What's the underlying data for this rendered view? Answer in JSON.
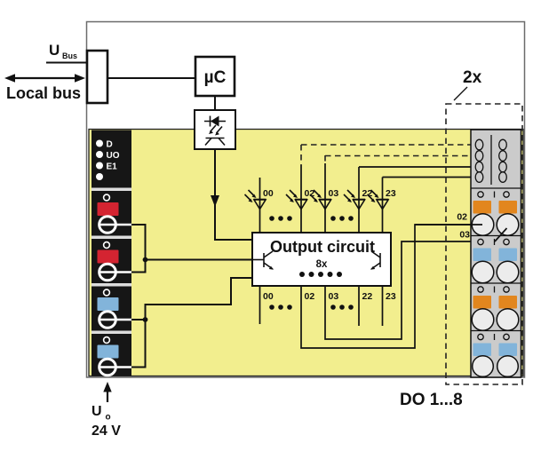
{
  "labels": {
    "u_bus": "U",
    "u_bus_sub": "Bus",
    "local_bus": "Local bus",
    "microcontroller": "µC",
    "multiplier_2x": "2x",
    "output_circuit": "Output circuit",
    "multiplier_8x": "8x",
    "do_range": "DO 1...8",
    "u_out": "U",
    "u_out_sub": "o",
    "u_out_voltage": "24 V",
    "terminal_ch02": "02",
    "terminal_ch03": "03"
  },
  "status_leds": [
    {
      "label": "D"
    },
    {
      "label": "UO"
    },
    {
      "label": "E1"
    },
    {
      "label": ""
    }
  ],
  "channels_top": [
    "00",
    "02",
    "03",
    "22",
    "23"
  ],
  "channels_bottom": [
    "00",
    "02",
    "03",
    "22",
    "23"
  ],
  "colors": {
    "panel_yellow": "#f2ee8e",
    "terminal_gray": "#cbcbcb",
    "strip_black": "#161616",
    "red_terminal": "#d42431",
    "blue_terminal": "#82b4da",
    "orange_terminal": "#e2861e",
    "contact_white": "#ffffff",
    "screw_gray": "#ececec"
  }
}
